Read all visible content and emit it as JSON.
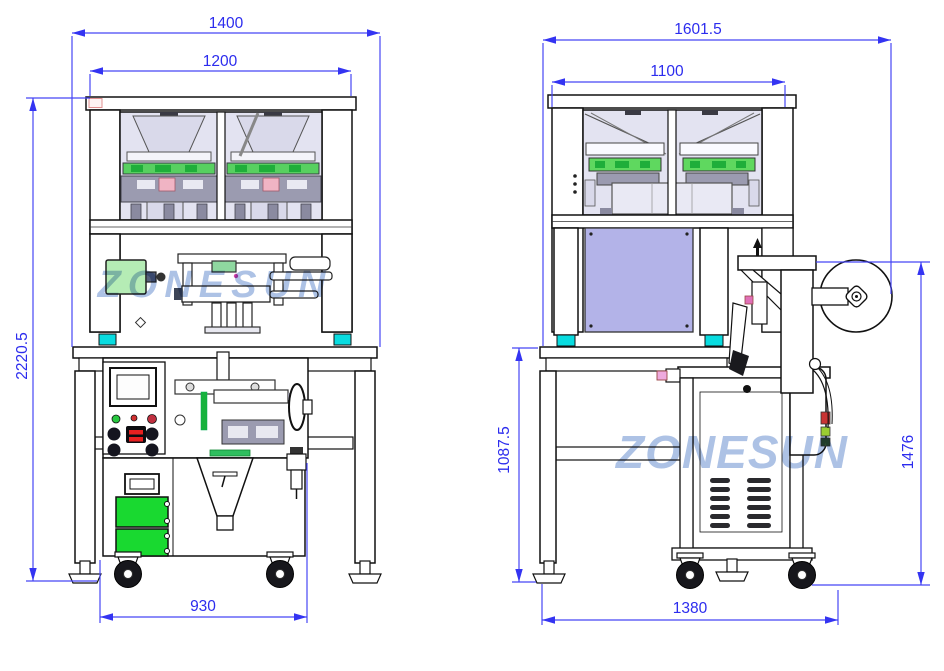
{
  "brand": {
    "watermark": "ZONESUN"
  },
  "front_view": {
    "dimensions": {
      "overall_width": "1400",
      "frame_width": "1200",
      "overall_height": "2220.5",
      "base_width": "930"
    }
  },
  "side_view": {
    "dimensions": {
      "overall_depth": "1601.5",
      "frame_depth": "1100",
      "worktable_height": "1087.5",
      "labeler_height": "1476",
      "base_depth": "1380"
    }
  },
  "colors": {
    "dimension_blue": "#2c2cee",
    "outline_black": "#111111",
    "window_lavender": "#e3e3f1",
    "panel_purple": "#b3b3e8",
    "pad_cyan": "#09dce0",
    "door_green": "#19d930",
    "box_green": "#b5ecb5",
    "accent_green": "#57d060",
    "watermark_blue": "#a9bfe4"
  }
}
